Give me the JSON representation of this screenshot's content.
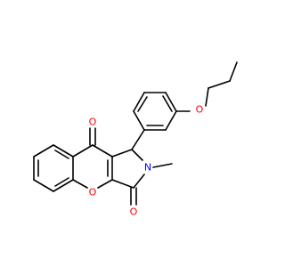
{
  "colors": {
    "background": "#ffffff",
    "bond": "#000000",
    "oxygen": "#ff0000",
    "nitrogen": "#0000ff"
  },
  "atoms": {
    "ketone_oxygen": {
      "label": "O",
      "element": "oxygen"
    },
    "lactam_oxygen": {
      "label": "O",
      "element": "oxygen"
    },
    "ring_oxygen": {
      "label": "O",
      "element": "oxygen"
    },
    "ether_oxygen": {
      "label": "O",
      "element": "oxygen"
    },
    "amide_nitrogen": {
      "label": "N",
      "element": "nitrogen"
    }
  }
}
